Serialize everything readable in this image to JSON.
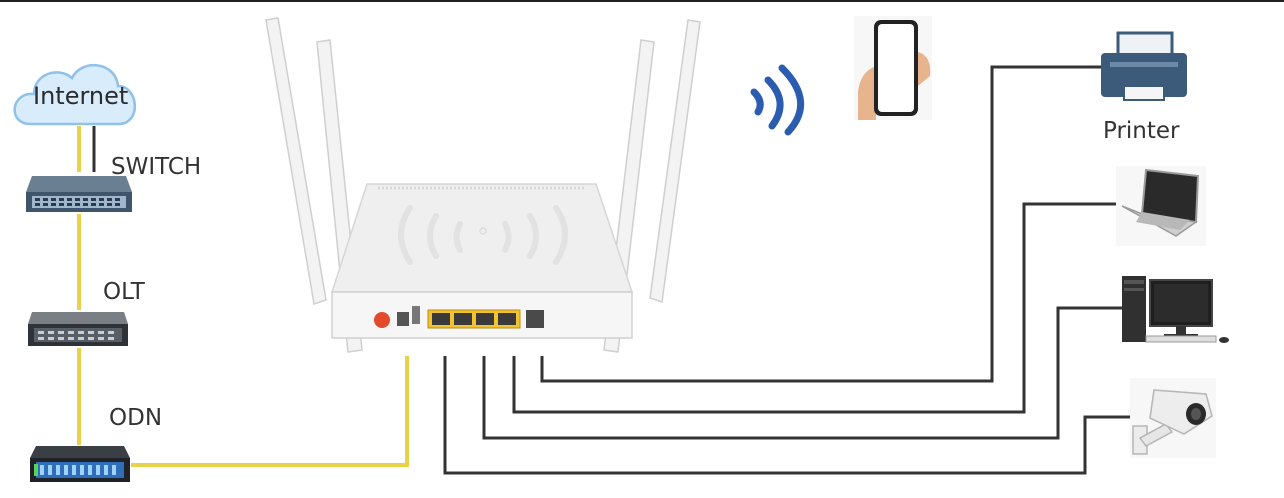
{
  "labels": {
    "internet": "Internet",
    "switch": "SWITCH",
    "olt": "OLT",
    "odn": "ODN",
    "printer": "Printer"
  },
  "colors": {
    "fiber": "#e8d24a",
    "ethernet": "#333333",
    "wifi": "#2b5cb0",
    "cloud": "#cfe6fb",
    "device_body": "#f0f0f0",
    "lan_port": "#f2c230"
  },
  "icons": {
    "cloud": "internet-cloud-icon",
    "switch": "network-switch-icon",
    "olt": "olt-device-icon",
    "odn": "odn-splitter-icon",
    "router": "ont-router-icon",
    "wifi": "wifi-signal-icon",
    "phone": "smartphone-icon",
    "printer": "printer-icon",
    "laptop": "laptop-icon",
    "desktop": "desktop-computer-icon",
    "camera": "security-camera-icon"
  }
}
